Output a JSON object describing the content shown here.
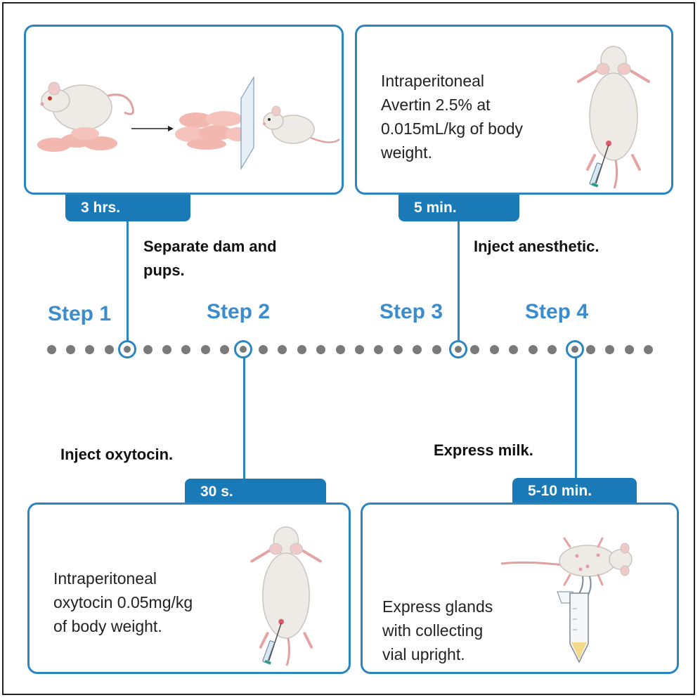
{
  "steps": [
    {
      "label": "Step 1",
      "caption_lines": [
        "Separate dam and",
        "pups."
      ],
      "duration": "3 hrs."
    },
    {
      "label": "Step 2",
      "caption_lines": [
        "Inject oxytocin."
      ],
      "duration": "30 s.",
      "description_lines": [
        "Intraperitoneal",
        "oxytocin 0.05mg/kg",
        "of body weight."
      ]
    },
    {
      "label": "Step 3",
      "caption_lines": [
        "Inject anesthetic."
      ],
      "duration": "5 min.",
      "description_lines": [
        "Intraperitoneal",
        "Avertin 2.5% at",
        "0.015mL/kg of body",
        "weight."
      ]
    },
    {
      "label": "Step 4",
      "caption_lines": [
        "Express milk."
      ],
      "duration": "5-10 min.",
      "description_lines": [
        "Express glands",
        "with collecting",
        "vial upright."
      ]
    }
  ],
  "colors": {
    "accent": "#2b85c0",
    "tab": "#1a7ab8",
    "step_text": "#3a8ccc",
    "timeline_dot": "#7a7a7a",
    "mouse_body": "#eeebe7",
    "mouse_pink": "#e6a3a3"
  }
}
